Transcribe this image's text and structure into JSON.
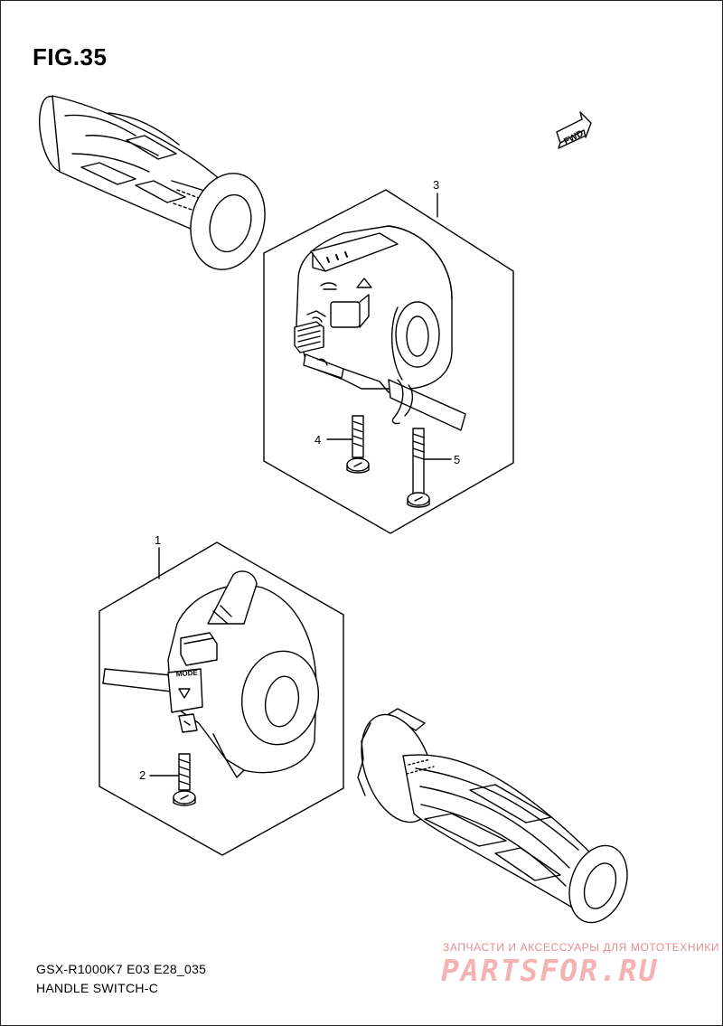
{
  "figure": {
    "title": "FIG.35"
  },
  "fwd_label": "FWD",
  "callouts": [
    {
      "id": "1",
      "label": "1"
    },
    {
      "id": "2",
      "label": "2"
    },
    {
      "id": "3",
      "label": "3"
    },
    {
      "id": "4",
      "label": "4"
    },
    {
      "id": "5",
      "label": "5"
    }
  ],
  "switch_labels": {
    "mode": "MODE"
  },
  "footer": {
    "model_code": "GSX-R1000K7 E03 E28_035",
    "title": "HANDLE SWITCH-C"
  },
  "watermark": {
    "tagline": "ЗАПЧАСТИ И АКСЕССУАРЫ ДЛЯ МОТОТЕХНИКИ",
    "brand": "PARTSFOR.RU",
    "color": "#f4aaaa"
  }
}
